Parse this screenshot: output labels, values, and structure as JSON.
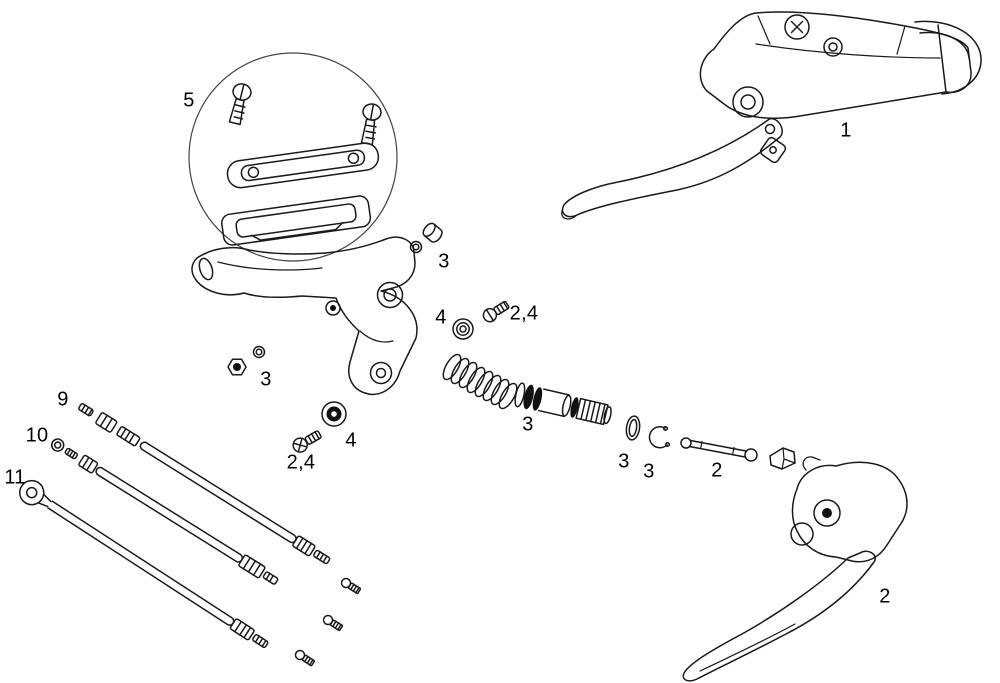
{
  "colors": {
    "background": "#ffffff",
    "line": "#1a1a1a",
    "dark_fill": "#111111"
  },
  "labels": [
    {
      "id": "part-5-clamp-detail",
      "text": "5"
    },
    {
      "id": "part-1-lever-assembly",
      "text": "1"
    },
    {
      "id": "part-3-cap-oring",
      "text": "3"
    },
    {
      "id": "part-4-seal-upper",
      "text": "4"
    },
    {
      "id": "part-24-bleed-screw",
      "text": "2,4"
    },
    {
      "id": "part-3-flange-nut",
      "text": "3"
    },
    {
      "id": "part-4-seal-cup",
      "text": "4"
    },
    {
      "id": "part-24-clamp-screw",
      "text": "2,4"
    },
    {
      "id": "part-3-piston",
      "text": "3"
    },
    {
      "id": "part-3-oring",
      "text": "3"
    },
    {
      "id": "part-3-snap-ring",
      "text": "3"
    },
    {
      "id": "part-2-push-rod",
      "text": "2"
    },
    {
      "id": "part-9-hose",
      "text": "9"
    },
    {
      "id": "part-10-hose",
      "text": "10"
    },
    {
      "id": "part-11-banjo-hose",
      "text": "11"
    },
    {
      "id": "part-2-lever-blade",
      "text": "2"
    }
  ]
}
